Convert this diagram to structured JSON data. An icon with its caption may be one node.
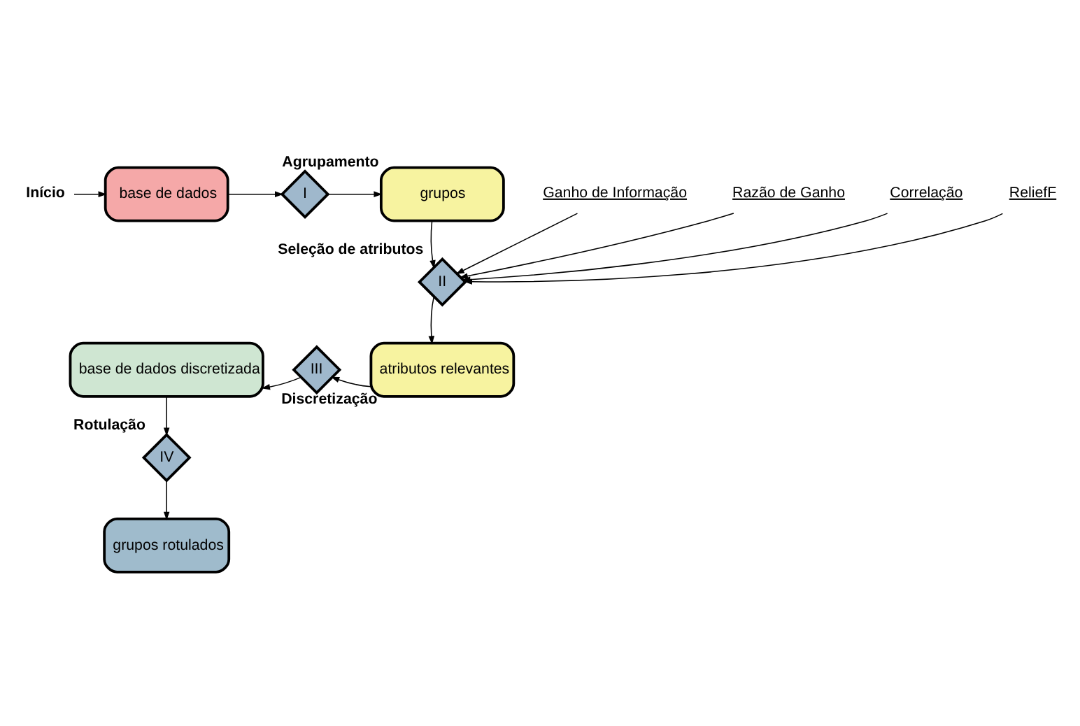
{
  "diagram": {
    "nodes": [
      {
        "text": [
          "Início"
        ]
      },
      {
        "text": [
          "base de dados"
        ]
      },
      {
        "text": [
          "I"
        ],
        "beside": [
          "Agrupamento"
        ]
      },
      {
        "text": [
          "grupos"
        ]
      },
      {
        "text": [
          "II"
        ],
        "beside": [
          "Seleção de atributos"
        ]
      },
      {
        "text": [
          "Ganho de Informação"
        ]
      },
      {
        "text": [
          "Razão de Ganho"
        ]
      },
      {
        "text": [
          "Correlação"
        ]
      },
      {
        "text": [
          "ReliefF"
        ]
      },
      {
        "text": [
          "atributos relevantes"
        ]
      },
      {
        "text": [
          "III"
        ],
        "beside": [
          "Discretização"
        ]
      },
      {
        "text": [
          "base de dados discretizada"
        ]
      },
      {
        "text": [
          "IV"
        ],
        "beside": [
          "Rotulação"
        ]
      },
      {
        "text": [
          "grupos rotulados"
        ]
      }
    ],
    "edges": [
      {
        "from": 0,
        "to": 1,
        "arrow": "to"
      },
      {
        "from": 1,
        "to": 2,
        "arrow": "to"
      },
      {
        "from": 2,
        "to": 3,
        "arrow": "to"
      },
      {
        "from": 3,
        "to": 4,
        "arrow": "to"
      },
      {
        "from": 5,
        "to": 4,
        "arrow": "to"
      },
      {
        "from": 6,
        "to": 4,
        "arrow": "to"
      },
      {
        "from": 7,
        "to": 4,
        "arrow": "to"
      },
      {
        "from": 8,
        "to": 4,
        "arrow": "to"
      },
      {
        "from": 4,
        "to": 9,
        "arrow": "to"
      },
      {
        "from": 9,
        "to": 10,
        "arrow": "to"
      },
      {
        "from": 10,
        "to": 11,
        "arrow": "to"
      },
      {
        "from": 11,
        "to": 12,
        "arrow": "to"
      },
      {
        "from": 12,
        "to": 13,
        "arrow": "to"
      }
    ]
  }
}
